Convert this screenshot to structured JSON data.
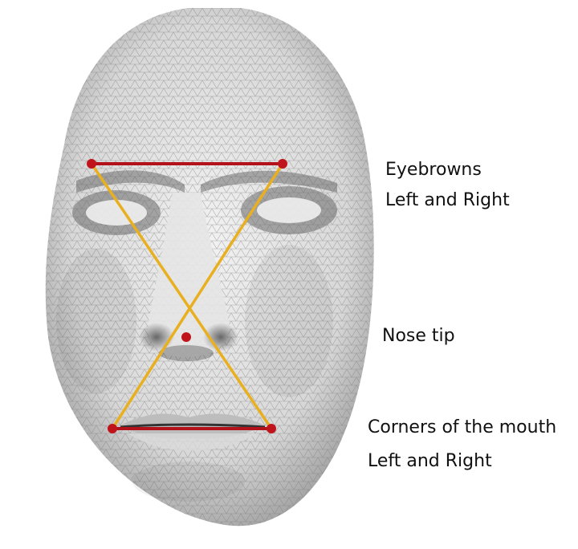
{
  "labels": {
    "eyebrows_line1": "Eyebrowns",
    "eyebrows_line2": "Left and Right",
    "nose": "Nose tip",
    "mouth_line1": "Corners of the mouth",
    "mouth_line2": "Left and Right"
  },
  "landmark_names": [
    "eyebrow-left",
    "eyebrow-right",
    "nose-tip",
    "mouth-corner-left",
    "mouth-corner-right"
  ],
  "colors": {
    "landmark_dot": "#c0141c",
    "horizontal_line": "#b3121a",
    "cross_line": "#e8b020",
    "label_text": "#111111",
    "face_mesh": "#9a9a9a"
  }
}
